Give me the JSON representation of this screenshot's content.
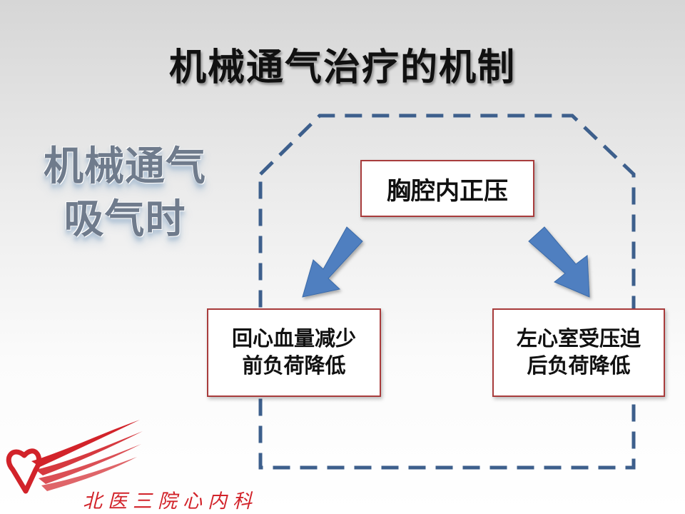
{
  "slide": {
    "title": "机械通气治疗的机制",
    "side_label": {
      "line1": "机械通气",
      "line2": "吸气时"
    }
  },
  "diagram": {
    "top_box": "胸腔内正压",
    "left_box": {
      "line1": "回心血量减少",
      "line2": "前负荷降低"
    },
    "right_box": {
      "line1": "左心室受压迫",
      "line2": "后负荷降低"
    },
    "colors": {
      "dashed_frame": "#3d5f8c",
      "arrow": "#4f7fc0",
      "box_border": "#a83c3c"
    }
  },
  "logo": {
    "text": "北医三院心内科",
    "color": "#d2232a"
  }
}
